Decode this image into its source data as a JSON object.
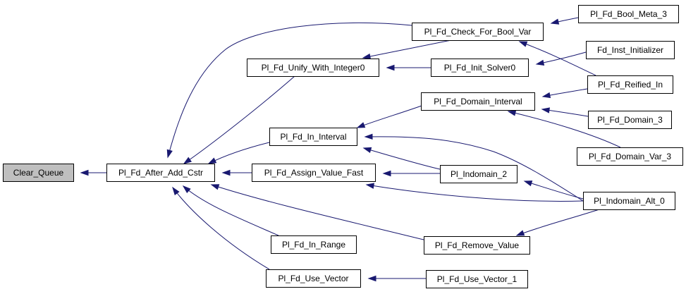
{
  "diagram": {
    "edge_color": "#191970",
    "root_fill": "#bfbfbf",
    "nodes": [
      {
        "id": "clear_queue",
        "label": "Clear_Queue",
        "root": true
      },
      {
        "id": "after_add_cstr",
        "label": "Pl_Fd_After_Add_Cstr"
      },
      {
        "id": "unify_with_integer0",
        "label": "Pl_Fd_Unify_With_Integer0"
      },
      {
        "id": "in_interval",
        "label": "Pl_Fd_In_Interval"
      },
      {
        "id": "assign_value_fast",
        "label": "Pl_Fd_Assign_Value_Fast"
      },
      {
        "id": "in_range",
        "label": "Pl_Fd_In_Range"
      },
      {
        "id": "use_vector",
        "label": "Pl_Fd_Use_Vector"
      },
      {
        "id": "check_for_bool_var",
        "label": "Pl_Fd_Check_For_Bool_Var"
      },
      {
        "id": "init_solver0",
        "label": "Pl_Fd_Init_Solver0"
      },
      {
        "id": "domain_interval",
        "label": "Pl_Fd_Domain_Interval"
      },
      {
        "id": "indomain_2",
        "label": "Pl_Indomain_2"
      },
      {
        "id": "remove_value",
        "label": "Pl_Fd_Remove_Value"
      },
      {
        "id": "use_vector_1",
        "label": "Pl_Fd_Use_Vector_1"
      },
      {
        "id": "bool_meta_3",
        "label": "Pl_Fd_Bool_Meta_3"
      },
      {
        "id": "inst_initializer",
        "label": "Fd_Inst_Initializer"
      },
      {
        "id": "reified_in",
        "label": "Pl_Fd_Reified_In"
      },
      {
        "id": "domain_3",
        "label": "Pl_Fd_Domain_3"
      },
      {
        "id": "domain_var_3",
        "label": "Pl_Fd_Domain_Var_3"
      },
      {
        "id": "indomain_alt_0",
        "label": "Pl_Indomain_Alt_0"
      }
    ],
    "edges": [
      {
        "from": "after_add_cstr",
        "to": "clear_queue"
      },
      {
        "from": "unify_with_integer0",
        "to": "after_add_cstr"
      },
      {
        "from": "in_interval",
        "to": "after_add_cstr"
      },
      {
        "from": "assign_value_fast",
        "to": "after_add_cstr"
      },
      {
        "from": "in_range",
        "to": "after_add_cstr"
      },
      {
        "from": "use_vector",
        "to": "after_add_cstr"
      },
      {
        "from": "check_for_bool_var",
        "to": "after_add_cstr"
      },
      {
        "from": "remove_value",
        "to": "after_add_cstr"
      },
      {
        "from": "check_for_bool_var",
        "to": "unify_with_integer0"
      },
      {
        "from": "init_solver0",
        "to": "unify_with_integer0"
      },
      {
        "from": "domain_interval",
        "to": "in_interval"
      },
      {
        "from": "indomain_2",
        "to": "in_interval"
      },
      {
        "from": "indomain_alt_0",
        "to": "in_interval"
      },
      {
        "from": "indomain_2",
        "to": "assign_value_fast"
      },
      {
        "from": "indomain_alt_0",
        "to": "assign_value_fast"
      },
      {
        "from": "use_vector_1",
        "to": "use_vector"
      },
      {
        "from": "bool_meta_3",
        "to": "check_for_bool_var"
      },
      {
        "from": "reified_in",
        "to": "check_for_bool_var"
      },
      {
        "from": "inst_initializer",
        "to": "init_solver0"
      },
      {
        "from": "reified_in",
        "to": "domain_interval"
      },
      {
        "from": "domain_3",
        "to": "domain_interval"
      },
      {
        "from": "domain_var_3",
        "to": "domain_interval"
      },
      {
        "from": "indomain_alt_0",
        "to": "indomain_2"
      },
      {
        "from": "indomain_alt_0",
        "to": "remove_value"
      }
    ]
  }
}
